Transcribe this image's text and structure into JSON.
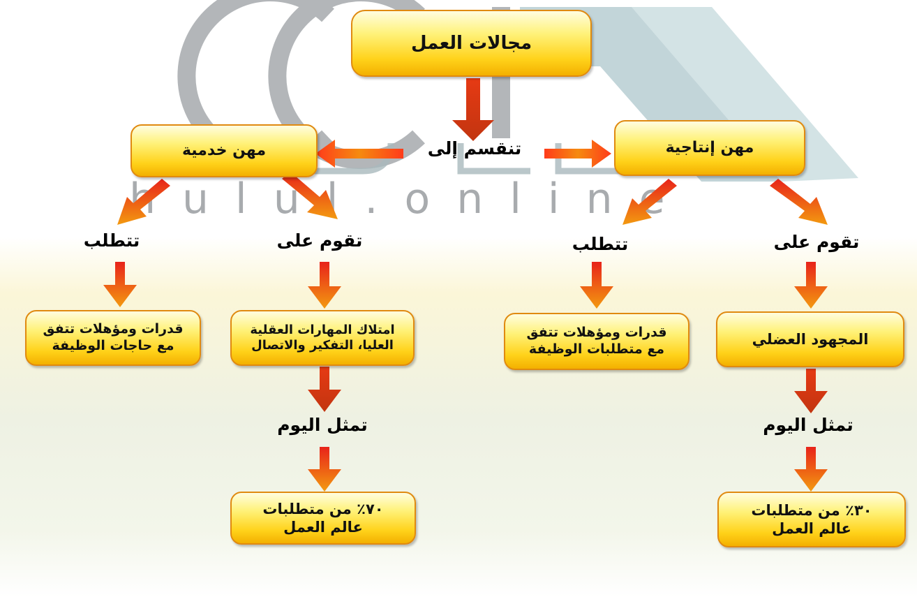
{
  "watermark": {
    "text": "hulul.online"
  },
  "colors": {
    "box_border": "#e08a10",
    "box_fill": "#ffd21a",
    "arrow_start": "#e8231a",
    "arrow_end": "#f39a10"
  },
  "nodes": {
    "root": "مجالات العمل",
    "divides_into": "تنقسم إلى",
    "production": {
      "title": "مهن إنتاجية",
      "based_on": "تقوم على",
      "requires": "تتطلب",
      "effort": "المجهود العضلي",
      "qualifications_l1": "قدرات ومؤهلات تتفق",
      "qualifications_l2": "مع متطلبات الوظيفة",
      "represents": "تمثل اليوم",
      "share_l1": "٣٠٪ من متطلبات",
      "share_l2": "عالم العمل"
    },
    "service": {
      "title": "مهن خدمية",
      "based_on": "تقوم على",
      "requires": "تتطلب",
      "skills_l1": "امتلاك المهارات العقلية",
      "skills_l2": "العليا، التفكير والاتصال",
      "qualifications_l1": "قدرات ومؤهلات تتفق",
      "qualifications_l2": "مع حاجات الوظيفة",
      "represents": "تمثل اليوم",
      "share_l1": "٧٠٪ من متطلبات",
      "share_l2": "عالم العمل"
    }
  }
}
